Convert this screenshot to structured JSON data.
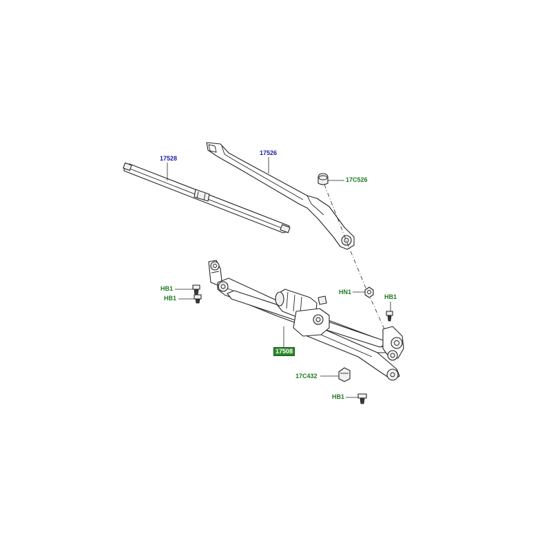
{
  "colors": {
    "part_number_blue": "#1a1aa6",
    "part_code_green": "#1f7a1f",
    "highlight_box": "#2a8a2a"
  },
  "labels": {
    "blade": "17528",
    "arm": "17526",
    "arm_cap": "17C526",
    "nut_hn1": "HN1",
    "bolt_hb1_right": "HB1",
    "bolt_hb1_top_left": "HB1",
    "bolt_hb1_left": "HB1",
    "linkage_motor": "17508",
    "bracket_grommet": "17C432",
    "bolt_hb1_bottom": "HB1"
  }
}
